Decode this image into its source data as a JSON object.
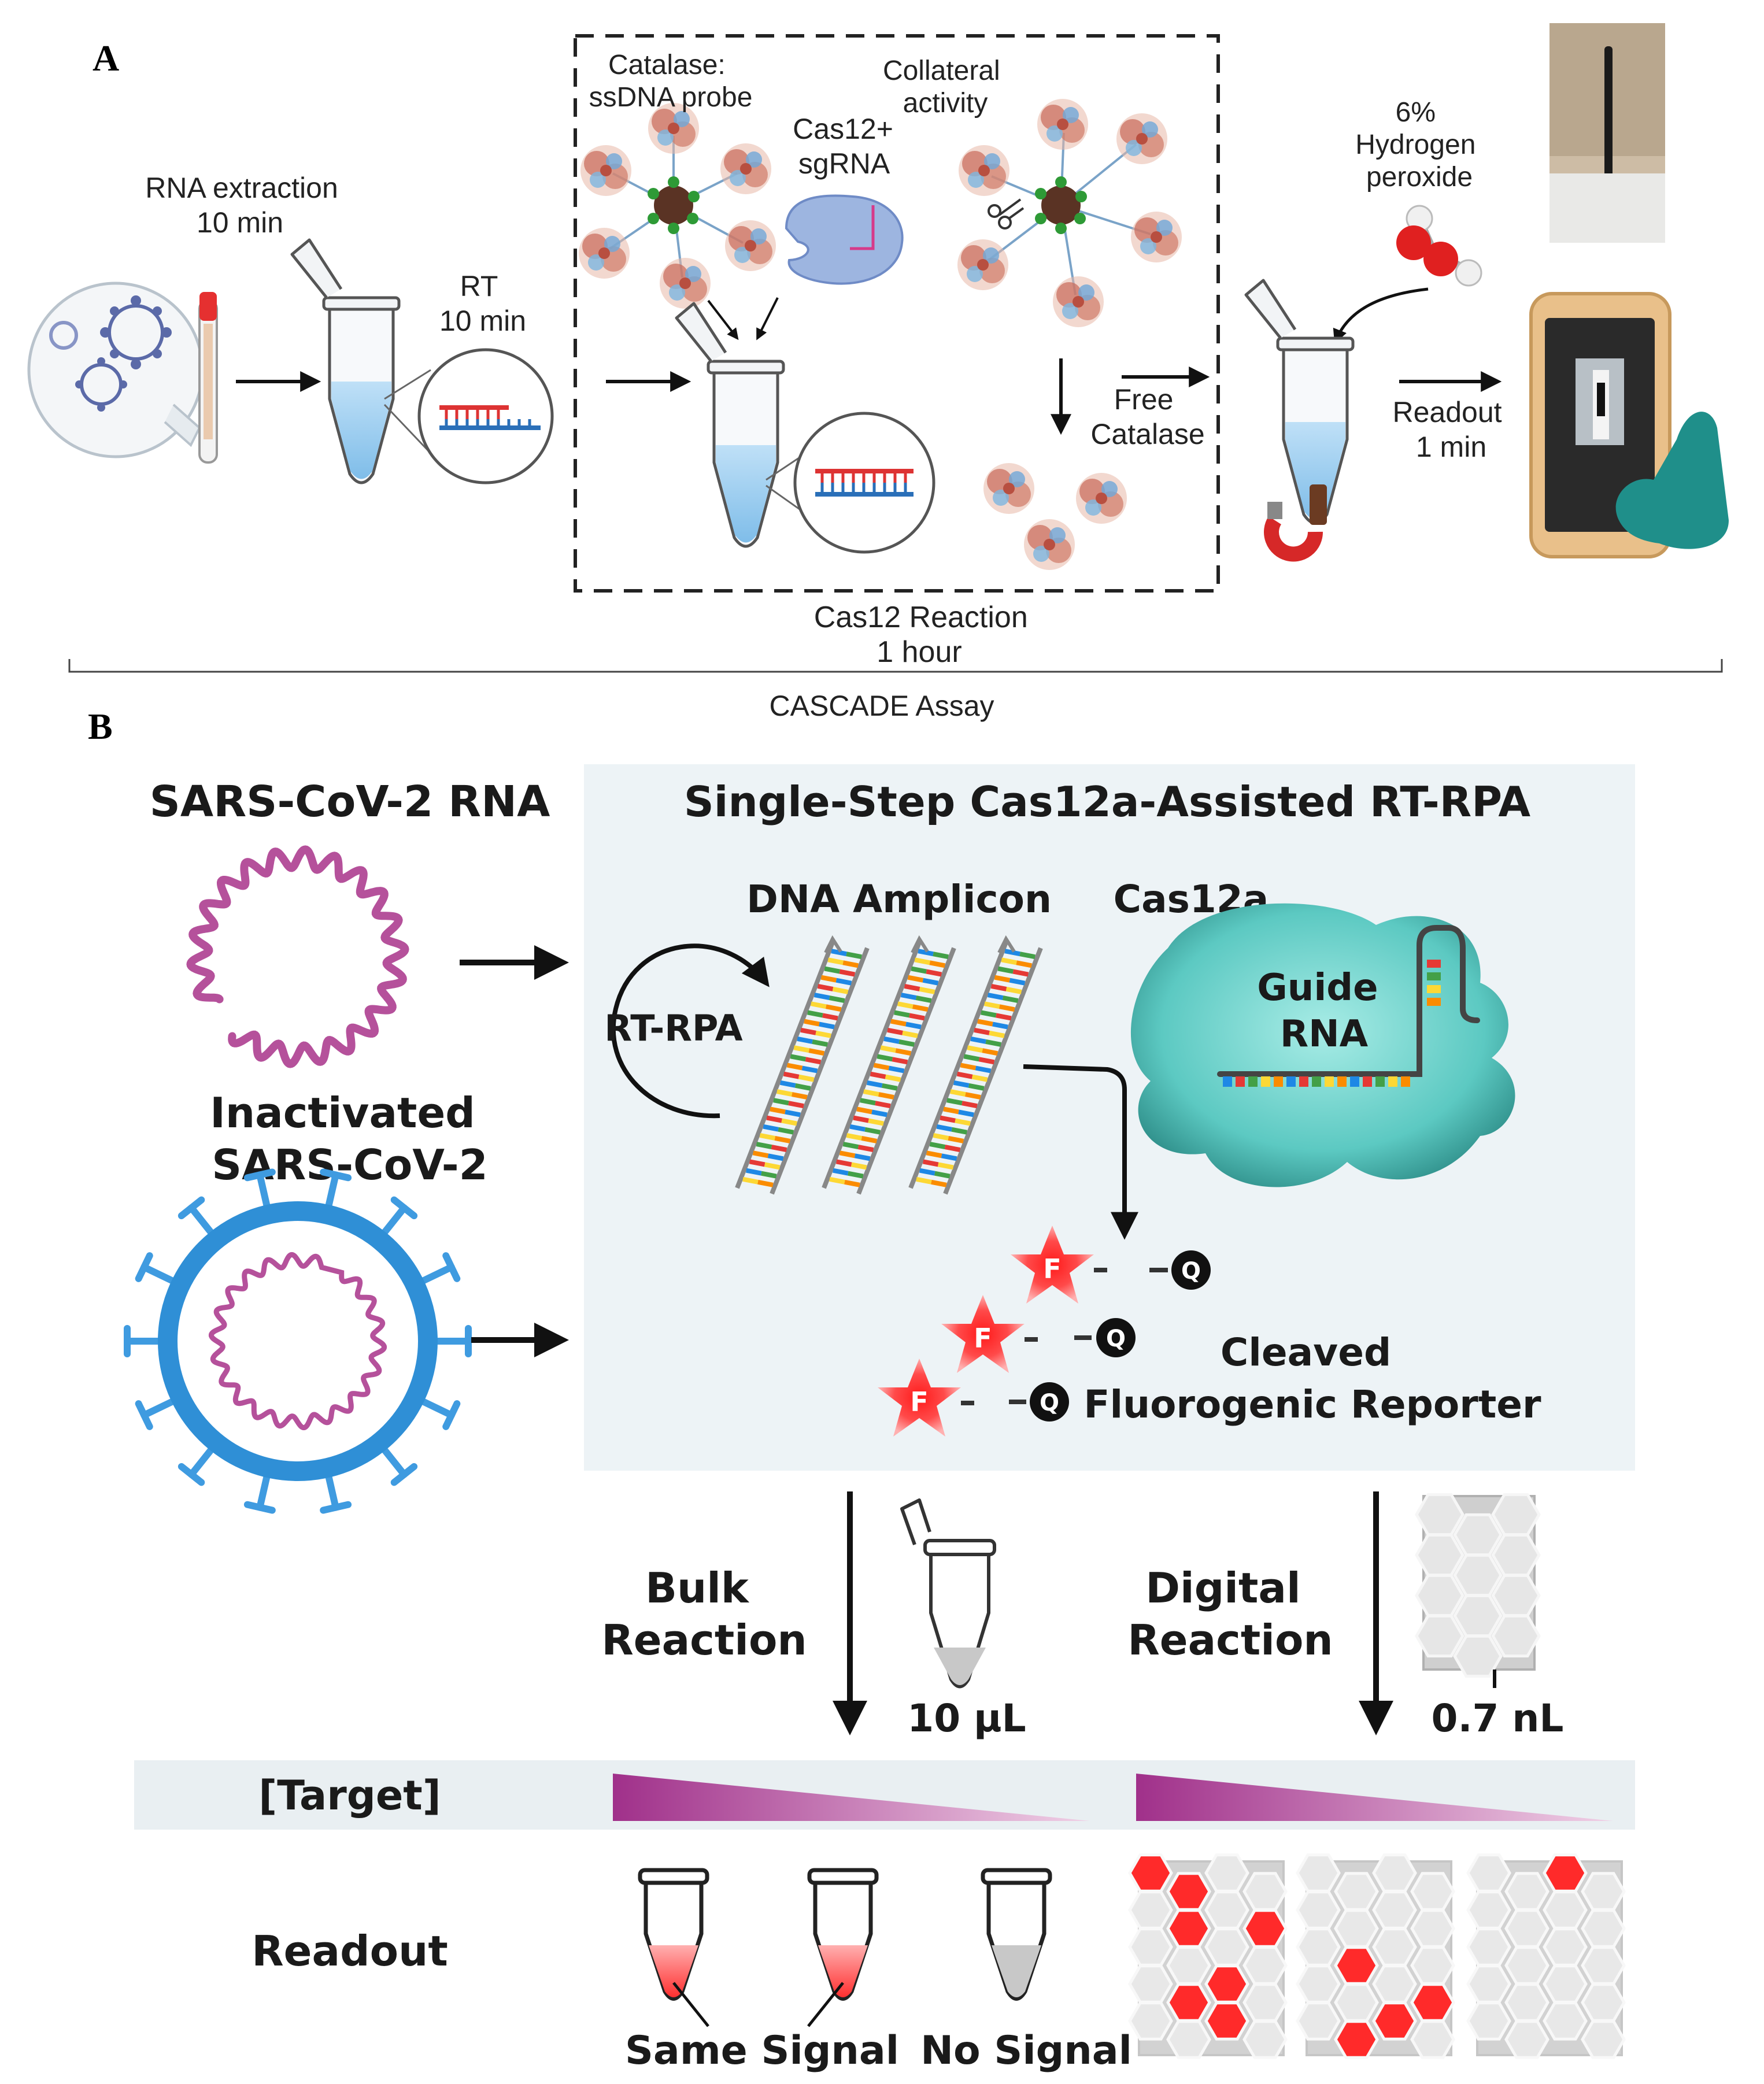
{
  "panel_a": {
    "label": "A",
    "rna_extraction": [
      "RNA extraction",
      "10 min"
    ],
    "rt": [
      "RT",
      "10 min"
    ],
    "catalase_probe": [
      "Catalase:",
      "ssDNA probe"
    ],
    "cas12_sgrna": [
      "Cas12+",
      "sgRNA"
    ],
    "collateral": [
      "Collateral",
      "activity"
    ],
    "free_catalase": [
      "Free",
      "Catalase"
    ],
    "hydrogen_peroxide": [
      "6%",
      "Hydrogen",
      "peroxide"
    ],
    "readout": [
      "Readout",
      "1 min"
    ],
    "cas12_reaction": [
      "Cas12 Reaction",
      "1 hour"
    ],
    "assay_name": "CASCADE Assay"
  },
  "panel_b": {
    "label": "B",
    "sars_rna_title": "SARS-CoV-2 RNA",
    "inactivated": [
      "Inactivated",
      "SARS-CoV-2"
    ],
    "single_step_title": "Single-Step Cas12a-Assisted RT-RPA",
    "dna_amplicon": "DNA Amplicon",
    "cas12a": "Cas12a",
    "guide_rna": [
      "Guide",
      "RNA"
    ],
    "rt_rpa": "RT-RPA",
    "fluor_letter": "F",
    "quench_letter": "Q",
    "cleaved_reporter": [
      "Cleaved",
      "Fluorogenic Reporter"
    ],
    "bulk_reaction": [
      "Bulk",
      "Reaction"
    ],
    "bulk_volume": "10 μL",
    "digital_reaction": [
      "Digital",
      "Reaction"
    ],
    "digital_volume": "0.7 nL",
    "target_label": "[Target]",
    "readout_label": "Readout",
    "same_signal": "Same Signal",
    "no_signal": "No Signal"
  },
  "colors": {
    "rna_purple": "#b5519b",
    "virus_blue": "#2f8fd6",
    "cas_teal": "#6fd3cd",
    "signal_red": "#ff2020",
    "box_bg": "#edf3f6",
    "tube_liquid": "#a9d3f2"
  }
}
